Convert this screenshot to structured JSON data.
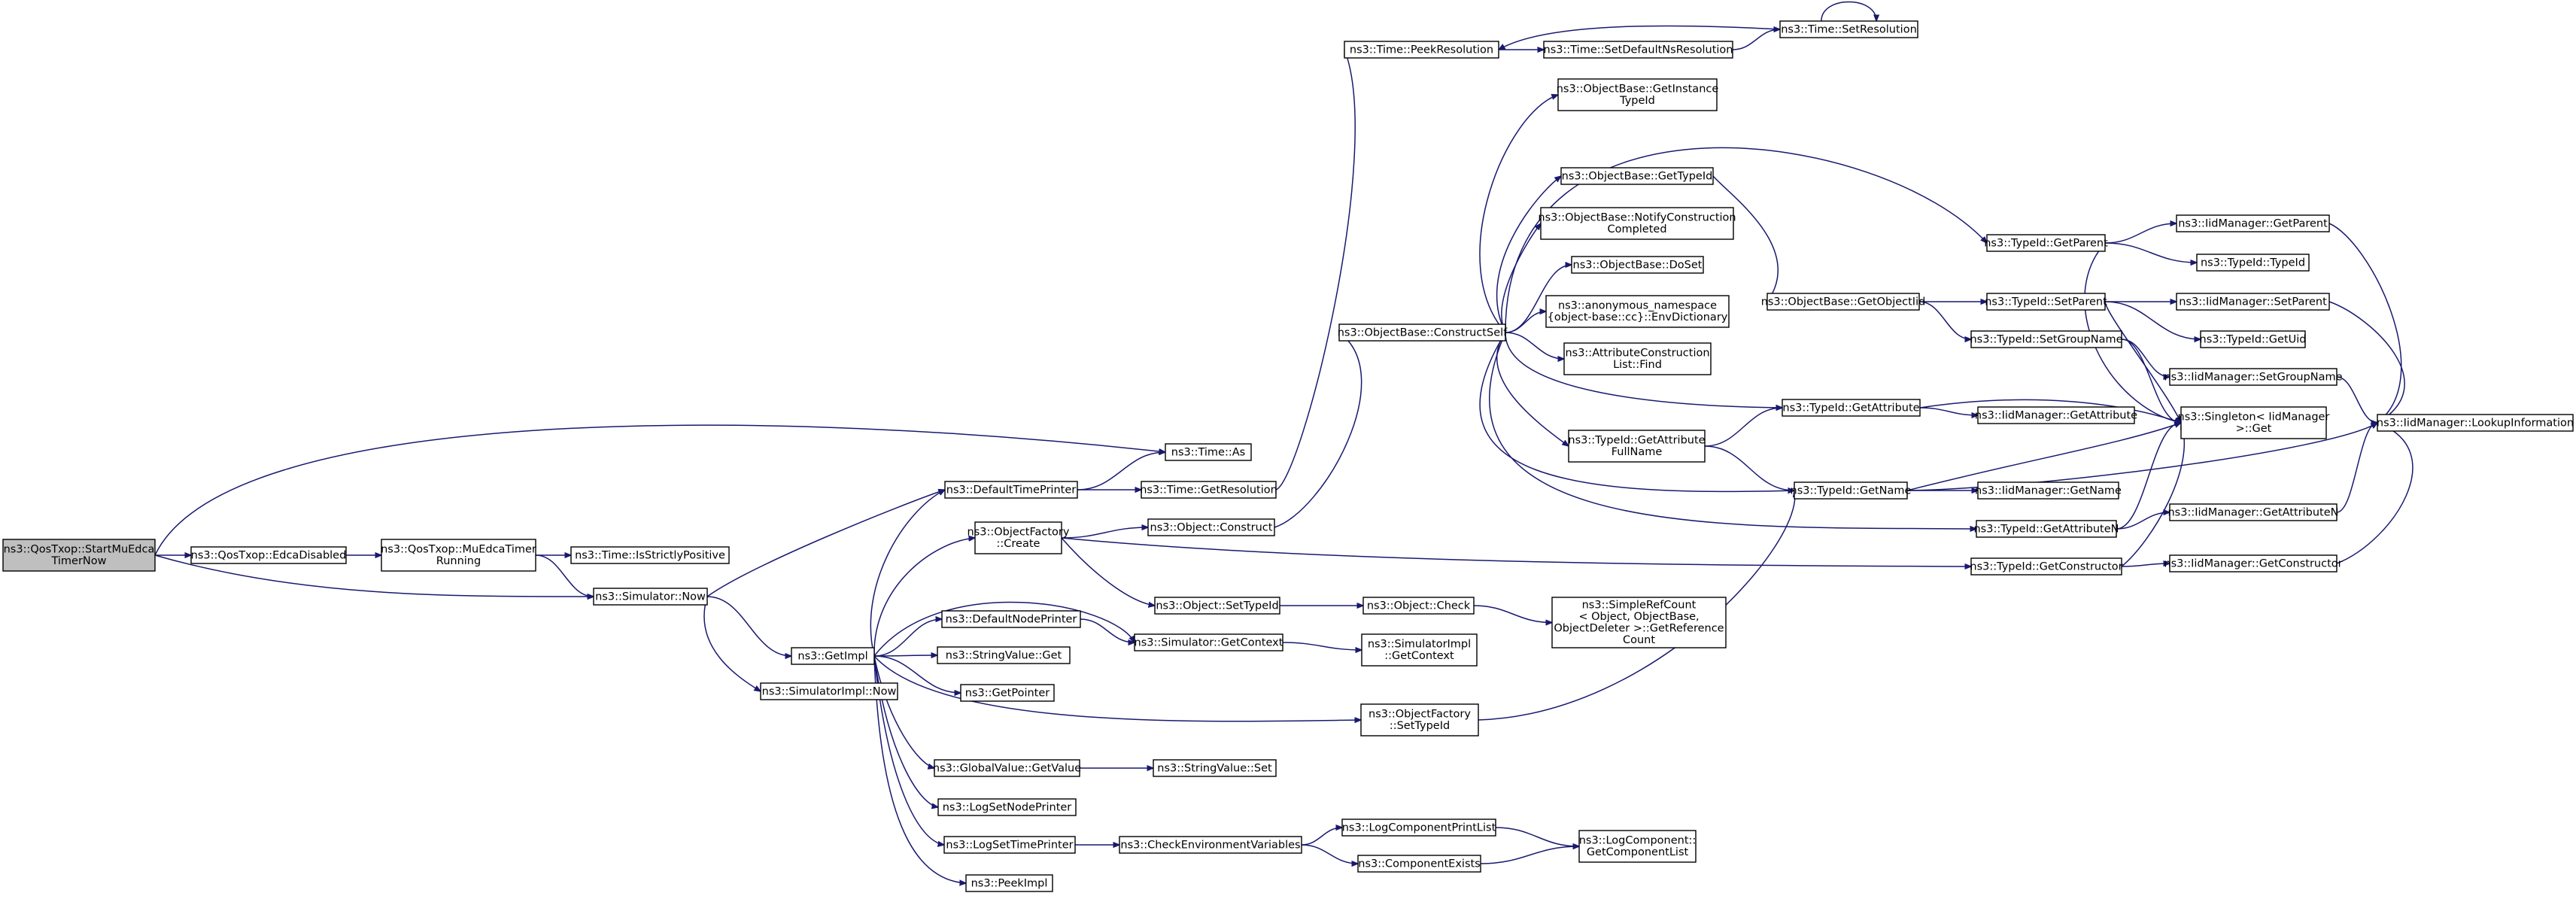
{
  "graph": {
    "colors": {
      "edge": "#191970",
      "node_border": "#000000",
      "node_fill": "#ffffff",
      "root_fill": "#bfbfbf"
    },
    "nodes": [
      {
        "id": "start",
        "label": [
          "ns3::QosTxop::StartMuEdca",
          "TimerNow"
        ],
        "root": true
      },
      {
        "id": "edcaDisabled",
        "label": [
          "ns3::QosTxop::EdcaDisabled"
        ]
      },
      {
        "id": "muEdcaTimerRunning",
        "label": [
          "ns3::QosTxop::MuEdcaTimer",
          "Running"
        ]
      },
      {
        "id": "isStrictlyPositive",
        "label": [
          "ns3::Time::IsStrictlyPositive"
        ]
      },
      {
        "id": "simNow",
        "label": [
          "ns3::Simulator::Now"
        ]
      },
      {
        "id": "getImpl",
        "label": [
          "ns3::GetImpl"
        ]
      },
      {
        "id": "simImplNow",
        "label": [
          "ns3::SimulatorImpl::Now"
        ]
      },
      {
        "id": "timeAs",
        "label": [
          "ns3::Time::As"
        ]
      },
      {
        "id": "defaultTimePrinter",
        "label": [
          "ns3::DefaultTimePrinter"
        ]
      },
      {
        "id": "getResolution",
        "label": [
          "ns3::Time::GetResolution"
        ]
      },
      {
        "id": "peekResolution",
        "label": [
          "ns3::Time::PeekResolution"
        ]
      },
      {
        "id": "setDefaultNsResolution",
        "label": [
          "ns3::Time::SetDefaultNsResolution"
        ]
      },
      {
        "id": "setResolution",
        "label": [
          "ns3::Time::SetResolution"
        ]
      },
      {
        "id": "objFactoryCreate",
        "label": [
          "ns3::ObjectFactory",
          "::Create"
        ]
      },
      {
        "id": "objConstruct",
        "label": [
          "ns3::Object::Construct"
        ]
      },
      {
        "id": "constructSelf",
        "label": [
          "ns3::ObjectBase::ConstructSelf"
        ]
      },
      {
        "id": "getInstanceTypeId",
        "label": [
          "ns3::ObjectBase::GetInstance",
          "TypeId"
        ]
      },
      {
        "id": "objBaseGetTypeId",
        "label": [
          "ns3::ObjectBase::GetTypeId"
        ]
      },
      {
        "id": "notifyConstruction",
        "label": [
          "ns3::ObjectBase::NotifyConstruction",
          "Completed"
        ]
      },
      {
        "id": "doSet",
        "label": [
          "ns3::ObjectBase::DoSet"
        ]
      },
      {
        "id": "envDictionary",
        "label": [
          "ns3::anonymous_namespace",
          "{object-base::cc}::EnvDictionary"
        ]
      },
      {
        "id": "attrConstructionFind",
        "label": [
          "ns3::AttributeConstruction",
          "List::Find"
        ]
      },
      {
        "id": "getAttributeFullName",
        "label": [
          "ns3::TypeId::GetAttribute",
          "FullName"
        ]
      },
      {
        "id": "getObjectIid",
        "label": [
          "ns3::ObjectBase::GetObjectIid"
        ]
      },
      {
        "id": "typeIdGetParent",
        "label": [
          "ns3::TypeId::GetParent"
        ]
      },
      {
        "id": "typeIdSetParent",
        "label": [
          "ns3::TypeId::SetParent"
        ]
      },
      {
        "id": "typeIdSetGroupName",
        "label": [
          "ns3::TypeId::SetGroupName"
        ]
      },
      {
        "id": "typeIdGetAttribute",
        "label": [
          "ns3::TypeId::GetAttribute"
        ]
      },
      {
        "id": "typeIdGetName",
        "label": [
          "ns3::TypeId::GetName"
        ]
      },
      {
        "id": "typeIdGetAttributeN",
        "label": [
          "ns3::TypeId::GetAttributeN"
        ]
      },
      {
        "id": "typeIdGetConstructor",
        "label": [
          "ns3::TypeId::GetConstructor"
        ]
      },
      {
        "id": "iidGetParent",
        "label": [
          "ns3::IidManager::GetParent"
        ]
      },
      {
        "id": "typeIdTypeId",
        "label": [
          "ns3::TypeId::TypeId"
        ]
      },
      {
        "id": "iidSetParent",
        "label": [
          "ns3::IidManager::SetParent"
        ]
      },
      {
        "id": "typeIdGetUid",
        "label": [
          "ns3::TypeId::GetUid"
        ]
      },
      {
        "id": "iidSetGroupName",
        "label": [
          "ns3::IidManager::SetGroupName"
        ]
      },
      {
        "id": "singletonGet",
        "label": [
          "ns3::Singleton< IidManager",
          ">::Get"
        ]
      },
      {
        "id": "iidGetAttribute",
        "label": [
          "ns3::IidManager::GetAttribute"
        ]
      },
      {
        "id": "iidGetName",
        "label": [
          "ns3::IidManager::GetName"
        ]
      },
      {
        "id": "iidGetAttributeN",
        "label": [
          "ns3::IidManager::GetAttributeN"
        ]
      },
      {
        "id": "iidGetConstructor",
        "label": [
          "ns3::IidManager::GetConstructor"
        ]
      },
      {
        "id": "lookupInformation",
        "label": [
          "ns3::IidManager::LookupInformation"
        ]
      },
      {
        "id": "objSetTypeId",
        "label": [
          "ns3::Object::SetTypeId"
        ]
      },
      {
        "id": "objCheck",
        "label": [
          "ns3::Object::Check"
        ]
      },
      {
        "id": "getReferenceCount",
        "label": [
          "ns3::SimpleRefCount",
          "< Object, ObjectBase,",
          "ObjectDeleter >::GetReference",
          "Count"
        ]
      },
      {
        "id": "defaultNodePrinter",
        "label": [
          "ns3::DefaultNodePrinter"
        ]
      },
      {
        "id": "simGetContext",
        "label": [
          "ns3::Simulator::GetContext"
        ]
      },
      {
        "id": "simImplGetContext",
        "label": [
          "ns3::SimulatorImpl",
          "::GetContext"
        ]
      },
      {
        "id": "stringValueGet",
        "label": [
          "ns3::StringValue::Get"
        ]
      },
      {
        "id": "getPointer",
        "label": [
          "ns3::GetPointer"
        ]
      },
      {
        "id": "objFactorySetTypeId",
        "label": [
          "ns3::ObjectFactory",
          "::SetTypeId"
        ]
      },
      {
        "id": "globalValueGetValue",
        "label": [
          "ns3::GlobalValue::GetValue"
        ]
      },
      {
        "id": "stringValueSet",
        "label": [
          "ns3::StringValue::Set"
        ]
      },
      {
        "id": "logSetNodePrinter",
        "label": [
          "ns3::LogSetNodePrinter"
        ]
      },
      {
        "id": "logSetTimePrinter",
        "label": [
          "ns3::LogSetTimePrinter"
        ]
      },
      {
        "id": "checkEnvVars",
        "label": [
          "ns3::CheckEnvironmentVariables"
        ]
      },
      {
        "id": "logComponentPrintList",
        "label": [
          "ns3::LogComponentPrintList"
        ]
      },
      {
        "id": "componentExists",
        "label": [
          "ns3::ComponentExists"
        ]
      },
      {
        "id": "getComponentList",
        "label": [
          "ns3::LogComponent::",
          "GetComponentList"
        ]
      },
      {
        "id": "peekImpl",
        "label": [
          "ns3::PeekImpl"
        ]
      }
    ]
  }
}
